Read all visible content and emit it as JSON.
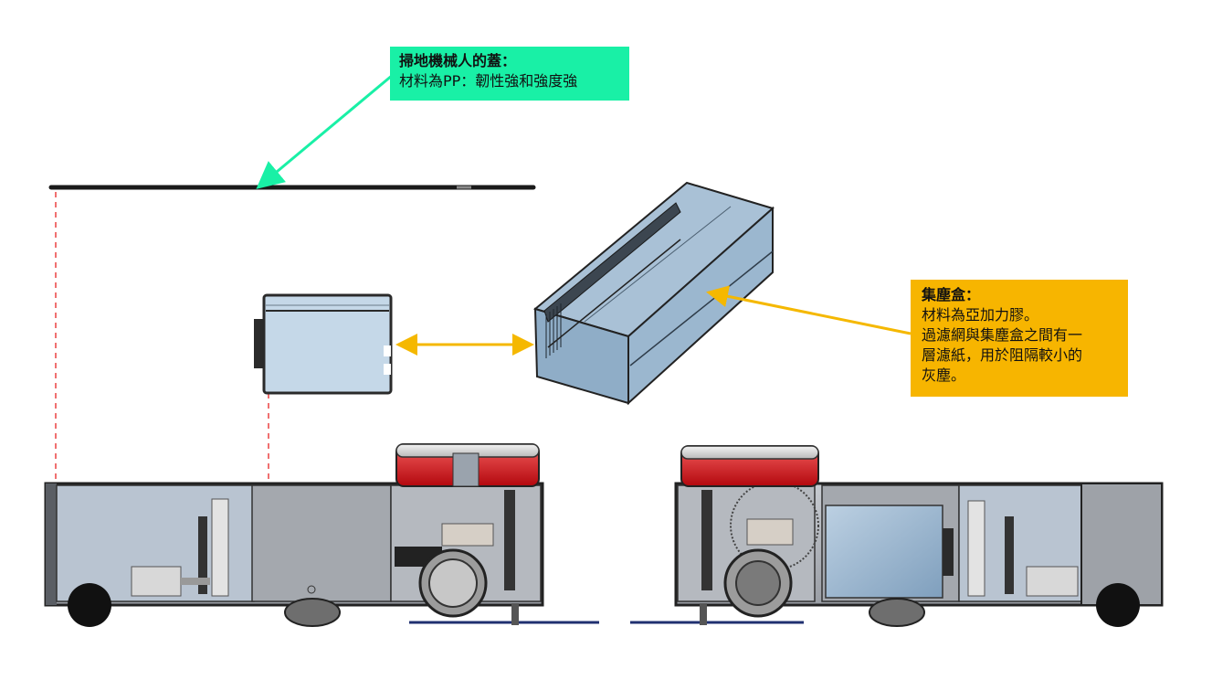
{
  "lid_callout": {
    "title": "掃地機械人的蓋：",
    "body": "材料為PP：韌性強和強度強",
    "color": "#19f0a6"
  },
  "dustbox_callout": {
    "title": "集塵盒：",
    "lines": [
      "材料為亞加力膠。",
      "過濾網與集塵盒之間有一",
      "層濾紙，用於阻隔較小的",
      "灰塵。"
    ],
    "color": "#f7b500"
  },
  "colors": {
    "lid_arrow": "#19f0a6",
    "dustbox_arrow": "#f5b800",
    "guide_dashes": "#f07070",
    "red_cap": "#d4161c",
    "body_gray": "#a8acb2",
    "dustbox_blue": "#8eaec9"
  }
}
